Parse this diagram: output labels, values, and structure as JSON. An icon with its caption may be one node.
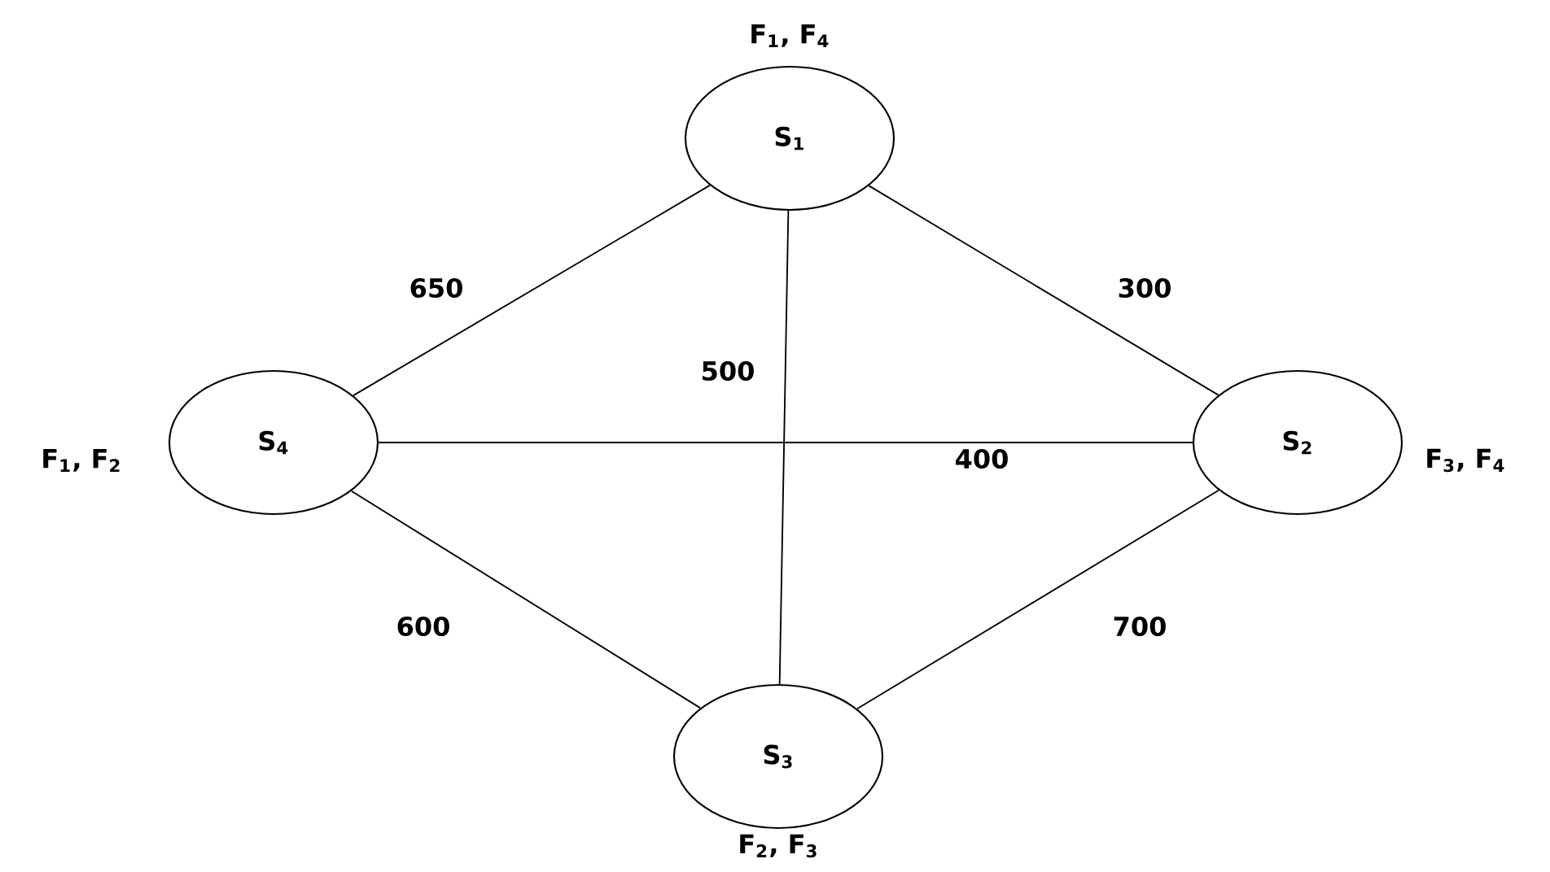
{
  "diagram": {
    "nodes": [
      {
        "text": [
          "S$_{1}$"
        ],
        "beside": [
          "F$_{1}$, F$_{4}$"
        ]
      },
      {
        "text": [
          "S$_{2}$"
        ],
        "beside": [
          "F$_{3}$, F$_{4}$"
        ]
      },
      {
        "text": [
          "S$_{3}$"
        ],
        "beside": [
          "F$_{2}$, F$_{3}$"
        ]
      },
      {
        "text": [
          "S$_{4}$"
        ],
        "beside": [
          "F$_{1}$, F$_{2}$"
        ]
      }
    ],
    "edges": [
      {
        "from": 0,
        "to": 3,
        "arrow": "none",
        "label": "650"
      },
      {
        "from": 0,
        "to": 1,
        "arrow": "none",
        "label": "300"
      },
      {
        "from": 0,
        "to": 2,
        "arrow": "none",
        "label": "500"
      },
      {
        "from": 3,
        "to": 1,
        "arrow": "none",
        "label": "400"
      },
      {
        "from": 3,
        "to": 2,
        "arrow": "none",
        "label": "600"
      },
      {
        "from": 1,
        "to": 2,
        "arrow": "none",
        "label": "700"
      }
    ]
  }
}
